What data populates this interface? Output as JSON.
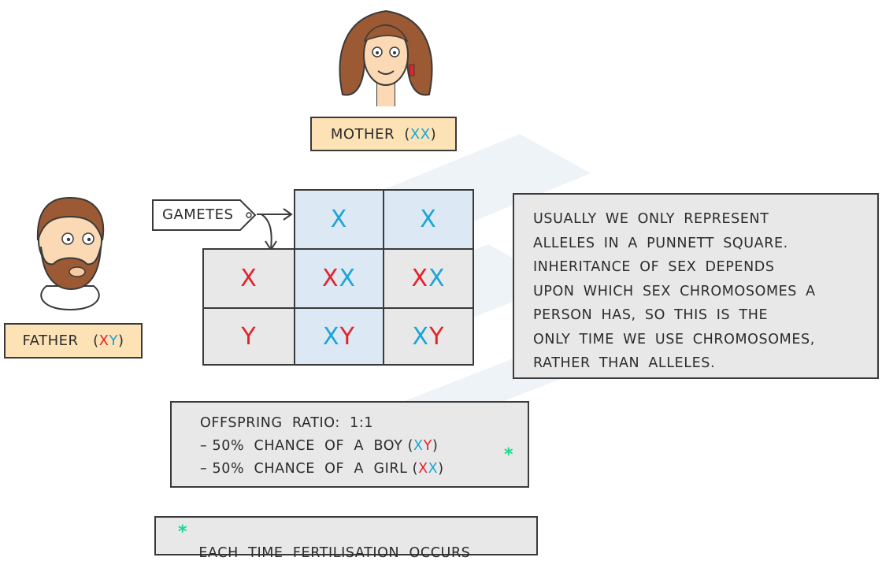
{
  "mother": {
    "label": "MOTHER",
    "genotype": [
      {
        "text": "X",
        "color": "blue"
      },
      {
        "text": "X",
        "color": "blue"
      }
    ]
  },
  "father": {
    "label": "FATHER",
    "genotype": [
      {
        "text": "X",
        "color": "red"
      },
      {
        "text": "Y",
        "color": "blue"
      }
    ]
  },
  "gametes_label": "GAMETES",
  "punnett": {
    "mother_gametes": [
      [
        {
          "text": "X",
          "color": "blue"
        }
      ],
      [
        {
          "text": "X",
          "color": "blue"
        }
      ]
    ],
    "father_gametes": [
      [
        {
          "text": "X",
          "color": "red"
        }
      ],
      [
        {
          "text": "Y",
          "color": "red"
        }
      ]
    ],
    "offspring": [
      [
        [
          {
            "text": "X",
            "color": "red"
          },
          {
            "text": "X",
            "color": "blue"
          }
        ],
        [
          {
            "text": "X",
            "color": "red"
          },
          {
            "text": "X",
            "color": "blue"
          }
        ]
      ],
      [
        [
          {
            "text": "X",
            "color": "blue"
          },
          {
            "text": "Y",
            "color": "red"
          }
        ],
        [
          {
            "text": "X",
            "color": "blue"
          },
          {
            "text": "Y",
            "color": "red"
          }
        ]
      ]
    ]
  },
  "explanation": [
    "USUALLY WE ONLY REPRESENT",
    "ALLELES IN A PUNNETT SQUARE.",
    "INHERITANCE OF SEX DEPENDS",
    "UPON WHICH SEX CHROMOSOMES A",
    "PERSON HAS, SO THIS IS THE",
    "ONLY TIME WE USE CHROMOSOMES,",
    "RATHER THAN ALLELES."
  ],
  "ratio": {
    "title": "OFFSPRING  RATIO:  1:1",
    "boy_text": "– 50%  CHANCE  OF  A  BOY ",
    "boy_genotype": [
      {
        "text": "X",
        "color": "blue"
      },
      {
        "text": "Y",
        "color": "red"
      }
    ],
    "girl_text": "– 50%  CHANCE  OF  A  GIRL ",
    "girl_genotype": [
      {
        "text": "X",
        "color": "red"
      },
      {
        "text": "X",
        "color": "blue"
      }
    ],
    "star": "*"
  },
  "footnote": {
    "star": "*",
    "text": "EACH  TIME  FERTILISATION  OCCURS"
  },
  "colors": {
    "red": "#e4222b",
    "blue": "#1aa5d8",
    "star": "#18d88e",
    "label_fill": "#fde2b6",
    "head_cell": "#dce8f3",
    "body_cell": "#e8e8e8"
  },
  "icons": [
    "mother-portrait-icon",
    "father-portrait-icon",
    "gametes-tag-icon",
    "arrow-right-icon",
    "arrow-down-icon",
    "watermark-logo-icon"
  ]
}
